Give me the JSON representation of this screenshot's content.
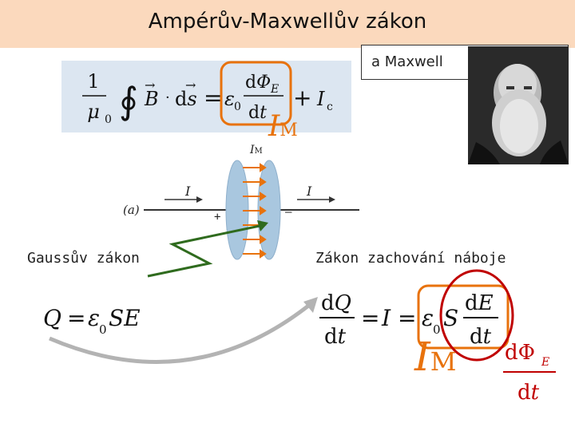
{
  "title": "Ampérův-Maxwellův zákon",
  "textbox": "a Maxwell",
  "portrait_icon": "portrait-photo-icon",
  "labels": {
    "gauss": "Gaussův zákon",
    "charge": "Zákon zachování náboje"
  },
  "diagram": {
    "current_left": "I",
    "current_right": "I",
    "im_top": "I",
    "im_top_sub": "M",
    "panel": "(a)",
    "plus": "+",
    "minus": "–"
  },
  "im_main": {
    "letter": "I",
    "sub": "M"
  },
  "im_bottom": {
    "letter": "I",
    "sub": "M"
  },
  "colors": {
    "title_bg": "#fbd9bd",
    "panel_bg": "#dce6f1",
    "orange": "#e8720c",
    "red": "#c00000",
    "green": "#2f6b1e",
    "arrow_gray": "#b3b3b3",
    "plate": "#a9c7df"
  }
}
